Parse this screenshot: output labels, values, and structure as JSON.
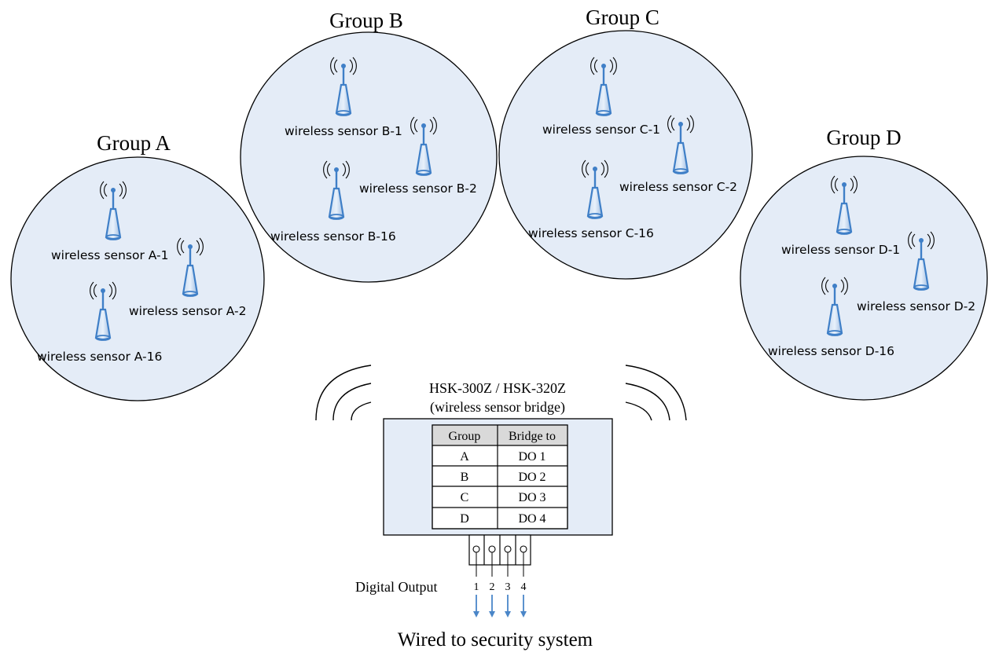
{
  "groups": [
    {
      "id": "A",
      "title": "Group A",
      "sensors": [
        "wireless sensor A-1",
        "wireless sensor A-2",
        "wireless sensor A-16"
      ]
    },
    {
      "id": "B",
      "title": "Group B",
      "sensors": [
        "wireless sensor B-1",
        "wireless sensor B-2",
        "wireless sensor B-16"
      ]
    },
    {
      "id": "C",
      "title": "Group C",
      "sensors": [
        "wireless sensor C-1",
        "wireless sensor C-2",
        "wireless sensor C-16"
      ]
    },
    {
      "id": "D",
      "title": "Group D",
      "sensors": [
        "wireless sensor D-1",
        "wireless sensor D-2",
        "wireless sensor D-16"
      ]
    }
  ],
  "bridge": {
    "model": "HSK-300Z / HSK-320Z",
    "description": "(wireless sensor bridge)",
    "table": {
      "headers": [
        "Group",
        "Bridge to"
      ],
      "rows": [
        [
          "A",
          "DO 1"
        ],
        [
          "B",
          "DO 2"
        ],
        [
          "C",
          "DO 3"
        ],
        [
          "D",
          "DO 4"
        ]
      ]
    }
  },
  "digital_output": {
    "label": "Digital Output",
    "terminals": [
      "1",
      "2",
      "3",
      "4"
    ]
  },
  "footer": "Wired to security system",
  "colors": {
    "zone_fill": "#e4ecf7",
    "bridge_fill": "#e4ecf7",
    "antenna_blue": "#3f7fc7",
    "arrow_blue": "#4a86c8"
  },
  "icons": [
    "antenna-sensor-icon",
    "wireless-wave-icon",
    "terminal-screw-icon",
    "arrow-down-icon"
  ]
}
